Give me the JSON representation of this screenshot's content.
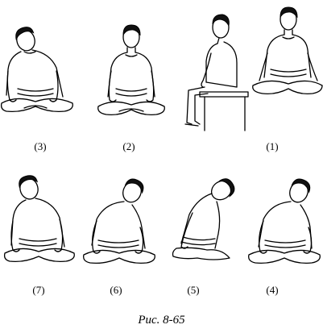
{
  "labels": {
    "fig1": "(1)",
    "fig2": "(2)",
    "fig3": "(3)",
    "fig4": "(4)",
    "fig5": "(5)",
    "fig6": "(6)",
    "fig7": "(7)"
  },
  "caption": "Рис. 8-65"
}
